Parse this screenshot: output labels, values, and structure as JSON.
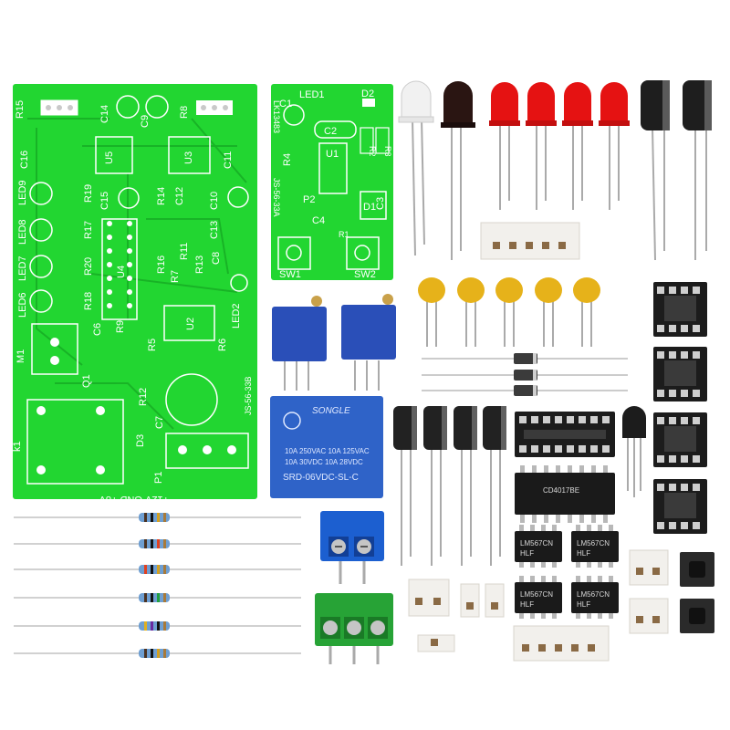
{
  "main_board": {
    "labels": [
      "R15",
      "R8",
      "C14",
      "C9",
      "C16",
      "U5",
      "U3",
      "C11",
      "LED9",
      "R19",
      "C15",
      "R14",
      "C12",
      "C10",
      "LED8",
      "R17",
      "C13",
      "R11",
      "LED7",
      "R20",
      "U4",
      "R7",
      "R13",
      "C8",
      "LED6",
      "R18",
      "R16",
      "C6",
      "U2",
      "LED2",
      "R9",
      "R5",
      "R6",
      "M1",
      "Q1",
      "R12",
      "C7",
      "k1",
      "D3",
      "P1"
    ],
    "power_label": "+12V GND +8V",
    "code": "JS-56-33B"
  },
  "small_board": {
    "labels": [
      "LED1",
      "D2",
      "C1",
      "C2",
      "U1",
      "R4",
      "P2",
      "R1",
      "C4",
      "D1",
      "C3",
      "SW1",
      "SW2",
      "R2",
      "R3"
    ],
    "side_text": "LK13483",
    "code": "JS-56-33A"
  },
  "relay": {
    "brand": "SONGLE",
    "line1": "10A 250VAC 10A 125VAC",
    "line2": "10A 30VDC 10A 28VDC",
    "model": "SRD-06VDC-SL-C"
  },
  "chips": {
    "decoder": "CD4017BE",
    "tone": [
      "LM567CN",
      "LM567CN",
      "LM567CN",
      "LM567CN"
    ],
    "tone_sub": "HLF"
  },
  "colors": {
    "pcb": "#22d631",
    "led_red": "#e51212",
    "relay_blue": "#2f63c8",
    "terminal_blue": "#1c5fd0",
    "terminal_green": "#27a336",
    "cap_yellow": "#e6b21a"
  }
}
